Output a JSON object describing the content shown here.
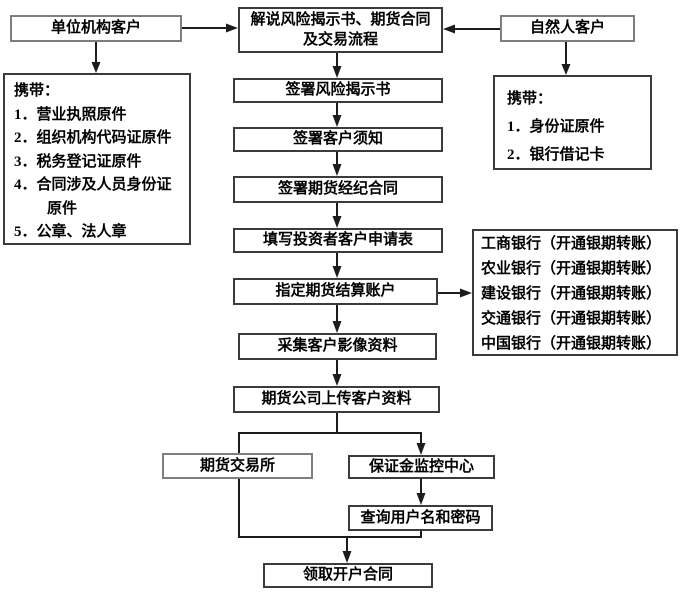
{
  "nodes": {
    "unit_customer": "单位机构客户",
    "explain_line1": "解说风险揭示书、期货合同",
    "explain_line2": "及交易流程",
    "natural_customer": "自然人客户",
    "sign_risk": "签署风险揭示书",
    "sign_notice": "签署客户须知",
    "sign_broker_contract": "签署期货经纪合同",
    "fill_application": "填写投资者客户申请表",
    "designate_account": "指定期货结算账户",
    "collect_image": "采集客户影像资料",
    "upload_data": "期货公司上传客户资料",
    "futures_exchange": "期货交易所",
    "margin_center": "保证金监控中心",
    "query_credentials": "查询用户名和密码",
    "receive_contract": "领取开户合同"
  },
  "unit_carry": {
    "title": "携带：",
    "lines": [
      "1．营业执照原件",
      "2．组织机构代码证原件",
      "3．税务登记证原件",
      "4．合同涉及人员身份证",
      "原件",
      "5．公章、法人章"
    ]
  },
  "natural_carry": {
    "title": "携带：",
    "lines": [
      "1．身份证原件",
      "2．银行借记卡"
    ]
  },
  "banks": {
    "lines": [
      "工商银行（开通银期转账）",
      "农业银行（开通银期转账）",
      "建设银行（开通银期转账）",
      "交通银行（开通银期转账）",
      "中国银行（开通银期转账）"
    ]
  },
  "colors": {
    "background": "#ffffff",
    "text": "#000000",
    "line": "#1c1c1c",
    "border": "#3b3b3b",
    "border_light": "#7e7e7e"
  }
}
